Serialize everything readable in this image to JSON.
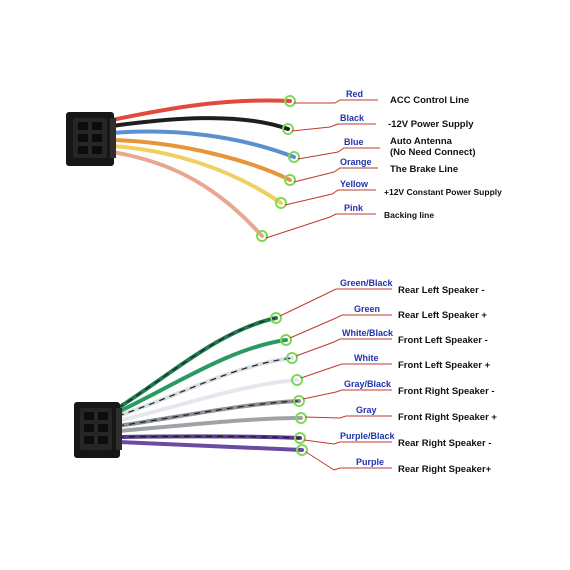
{
  "top_harness": {
    "wires": [
      {
        "color_name": "Red",
        "function": "ACC Control Line",
        "wire_color": "#e14a3c"
      },
      {
        "color_name": "Black",
        "function": "-12V Power Supply",
        "wire_color": "#1e1e1e"
      },
      {
        "color_name": "Blue",
        "function": "Auto Antenna",
        "function_line2": "(No Need Connect)",
        "wire_color": "#5a8fd0"
      },
      {
        "color_name": "Orange",
        "function": "The Brake Line",
        "wire_color": "#e8943a"
      },
      {
        "color_name": "Yellow",
        "function": "+12V Constant Power Supply",
        "wire_color": "#f0d060"
      },
      {
        "color_name": "Pink",
        "function": "Backing line",
        "wire_color": "#e8a890"
      }
    ]
  },
  "bottom_harness": {
    "wires": [
      {
        "color_name": "Green/Black",
        "function": "Rear Left Speaker -",
        "wire_color": "#1f7a52",
        "stripe_color": "#1e1e1e"
      },
      {
        "color_name": "Green",
        "function": "Rear Left Speaker +",
        "wire_color": "#2a9a62"
      },
      {
        "color_name": "White/Black",
        "function": "Front Left Speaker -",
        "wire_color": "#d8dde4",
        "stripe_color": "#1e1e1e"
      },
      {
        "color_name": "White",
        "function": "Front Left Speaker +",
        "wire_color": "#e4e8ee"
      },
      {
        "color_name": "Gray/Black",
        "function": "Front Right Speaker -",
        "wire_color": "#8d9196",
        "stripe_color": "#1e1e1e"
      },
      {
        "color_name": "Gray",
        "function": "Front Right Speaker +",
        "wire_color": "#9fa3a8"
      },
      {
        "color_name": "Purple/Black",
        "function": "Rear Right Speaker -",
        "wire_color": "#5a3b92",
        "stripe_color": "#1e1e1e"
      },
      {
        "color_name": "Purple",
        "function": "Rear Right Speaker+",
        "wire_color": "#6a4aa2"
      }
    ]
  },
  "colors": {
    "label_text": "#2233aa",
    "leader_line": "#c0392b",
    "wire_end_marker": "#7ed957",
    "connector": "#161616"
  }
}
